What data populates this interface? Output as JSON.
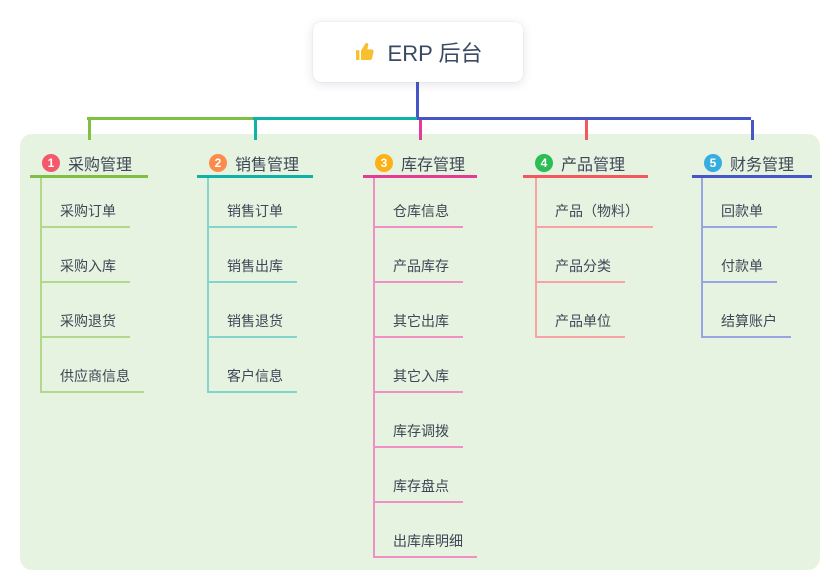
{
  "root": {
    "icon": "thumbs-up-icon",
    "label": "ERP 后台"
  },
  "colors": {
    "page_bg": "#ffffff",
    "panel_bg": "#e6f3e0",
    "text": "#3e4757",
    "root_connector": "#4656c6",
    "thumb_icon": "#f6c02e"
  },
  "branches": [
    {
      "badge": "1",
      "label": "采购管理",
      "badge_color": "#f3586b",
      "line_color": "#7dc044",
      "child_line_color": "#b2d98b",
      "children": [
        "采购订单",
        "采购入库",
        "采购退货",
        "供应商信息"
      ]
    },
    {
      "badge": "2",
      "label": "销售管理",
      "badge_color": "#fc8c4c",
      "line_color": "#10b2a7",
      "child_line_color": "#82d5cd",
      "children": [
        "销售订单",
        "销售出库",
        "销售退货",
        "客户信息"
      ]
    },
    {
      "badge": "3",
      "label": "库存管理",
      "badge_color": "#fcb116",
      "line_color": "#e23c96",
      "child_line_color": "#f08fc4",
      "children": [
        "仓库信息",
        "产品库存",
        "其它出库",
        "其它入库",
        "库存调拨",
        "库存盘点",
        "出库库明细"
      ]
    },
    {
      "badge": "4",
      "label": "产品管理",
      "badge_color": "#2cbd54",
      "line_color": "#f2595d",
      "child_line_color": "#f7a2a4",
      "children": [
        "产品（物料）",
        "产品分类",
        "产品单位"
      ]
    },
    {
      "badge": "5",
      "label": "财务管理",
      "badge_color": "#36ade2",
      "line_color": "#4656c6",
      "child_line_color": "#97a5e4",
      "children": [
        "回款单",
        "付款单",
        "结算账户"
      ]
    }
  ]
}
